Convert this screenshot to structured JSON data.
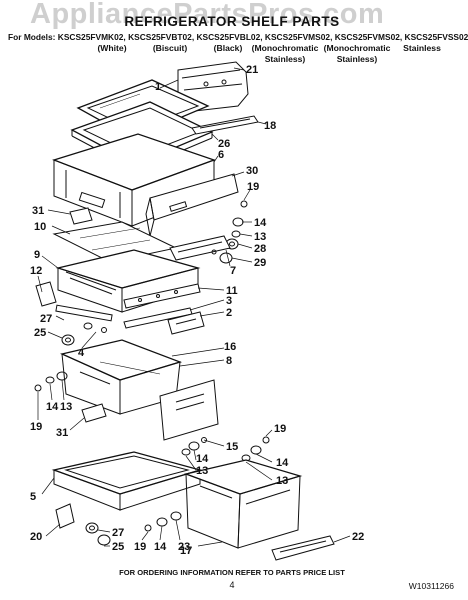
{
  "watermark": "AppliancePartsPros.com",
  "title": "REFRIGERATOR SHELF PARTS",
  "models_line": "For Models: KSCS25FVMK02, KSCS25FVBT02, KSCS25FVBL02, KSCS25FVMS02, KSCS25FVMS02, KSCS25FVSS02",
  "variants": [
    {
      "line1": "(White)",
      "line2": ""
    },
    {
      "line1": "(Biscuit)",
      "line2": ""
    },
    {
      "line1": "(Black)",
      "line2": ""
    },
    {
      "line1": "(Monochromatic",
      "line2": "Stainless)"
    },
    {
      "line1": "(Monochromatic",
      "line2": "Stainless)"
    },
    {
      "line1": "Stainless",
      "line2": ""
    }
  ],
  "callouts": [
    "1",
    "21",
    "18",
    "26",
    "6",
    "30",
    "19",
    "31",
    "10",
    "14",
    "13",
    "28",
    "29",
    "9",
    "7",
    "12",
    "11",
    "3",
    "2",
    "27",
    "25",
    "4",
    "16",
    "8",
    "19",
    "14",
    "13",
    "31",
    "15",
    "14",
    "13",
    "19",
    "14",
    "13",
    "5",
    "20",
    "27",
    "25",
    "19",
    "14",
    "23",
    "17",
    "22"
  ],
  "footer_text": "FOR ORDERING INFORMATION REFER TO PARTS PRICE LIST",
  "page_number": "4",
  "document_id": "W10311266"
}
